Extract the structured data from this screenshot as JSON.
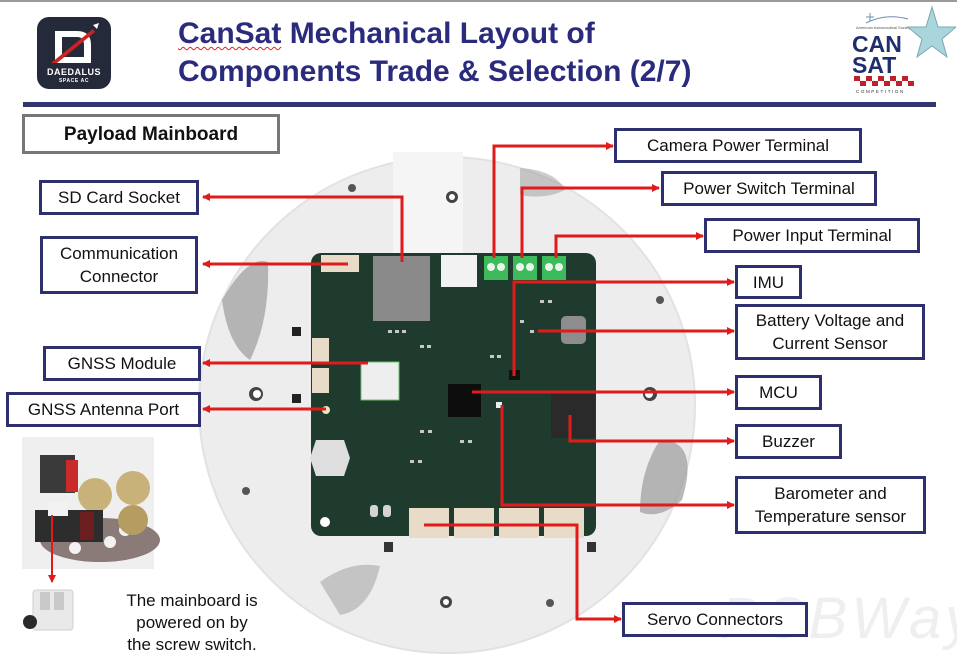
{
  "header": {
    "title_line1_prefix": "CanSat",
    "title_line1_rest": " Mechanical Layout of",
    "title_line2": "Components Trade & Selection (2/7)",
    "team_logo": {
      "name": "DAEDALUS",
      "subtitle": "SPACE AC"
    },
    "competition_logo": {
      "line1": "CAN",
      "line2": "SAT",
      "caption": "COMPETITION",
      "org": "American Astronautical Society"
    }
  },
  "section_title": "Payload Mainboard",
  "labels": {
    "sd_card": "SD Card Socket",
    "comm_line1": "Communication",
    "comm_line2": "Connector",
    "gnss_module": "GNSS Module",
    "gnss_antenna": "GNSS Antenna Port",
    "camera_power": "Camera Power Terminal",
    "power_switch": "Power Switch Terminal",
    "power_input": "Power Input Terminal",
    "imu": "IMU",
    "battery_line1": "Battery Voltage and",
    "battery_line2": "Current Sensor",
    "mcu": "MCU",
    "buzzer": "Buzzer",
    "baro_line1": "Barometer and",
    "baro_line2": "Temperature sensor",
    "servo": "Servo Connectors"
  },
  "note": {
    "line1": "The mainboard is",
    "line2": "powered on by",
    "line3": "the screw switch."
  },
  "watermark": "PCBWay",
  "colors": {
    "title": "#2b2b7e",
    "box_border": "#2e2f6e",
    "arrow": "#e01b1b",
    "pcb": "#1f3b2e",
    "rule": "#34356e"
  }
}
